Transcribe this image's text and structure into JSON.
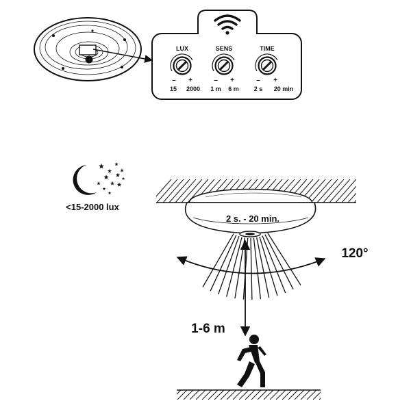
{
  "sensor_panel": {
    "knobs": [
      {
        "title": "LUX",
        "minus": "–",
        "plus": "+",
        "min_label": "15",
        "max_label": "2000"
      },
      {
        "title": "SENS",
        "minus": "–",
        "plus": "+",
        "min_label": "1 m",
        "max_label": "6 m"
      },
      {
        "title": "TIME",
        "minus": "–",
        "plus": "+",
        "min_label": "2 s",
        "max_label": "20 min"
      }
    ],
    "wifi_icon": "wifi-icon"
  },
  "night": {
    "icon": "moon-stars-icon",
    "lux_label": "<15-2000 lux"
  },
  "fixture": {
    "time_label": "2 s. - 20 min."
  },
  "detection": {
    "angle_label": "120°",
    "range_label": "1-6 m"
  },
  "person_icon": "walking-person-icon",
  "colors": {
    "line": "#111111",
    "background": "#ffffff"
  }
}
